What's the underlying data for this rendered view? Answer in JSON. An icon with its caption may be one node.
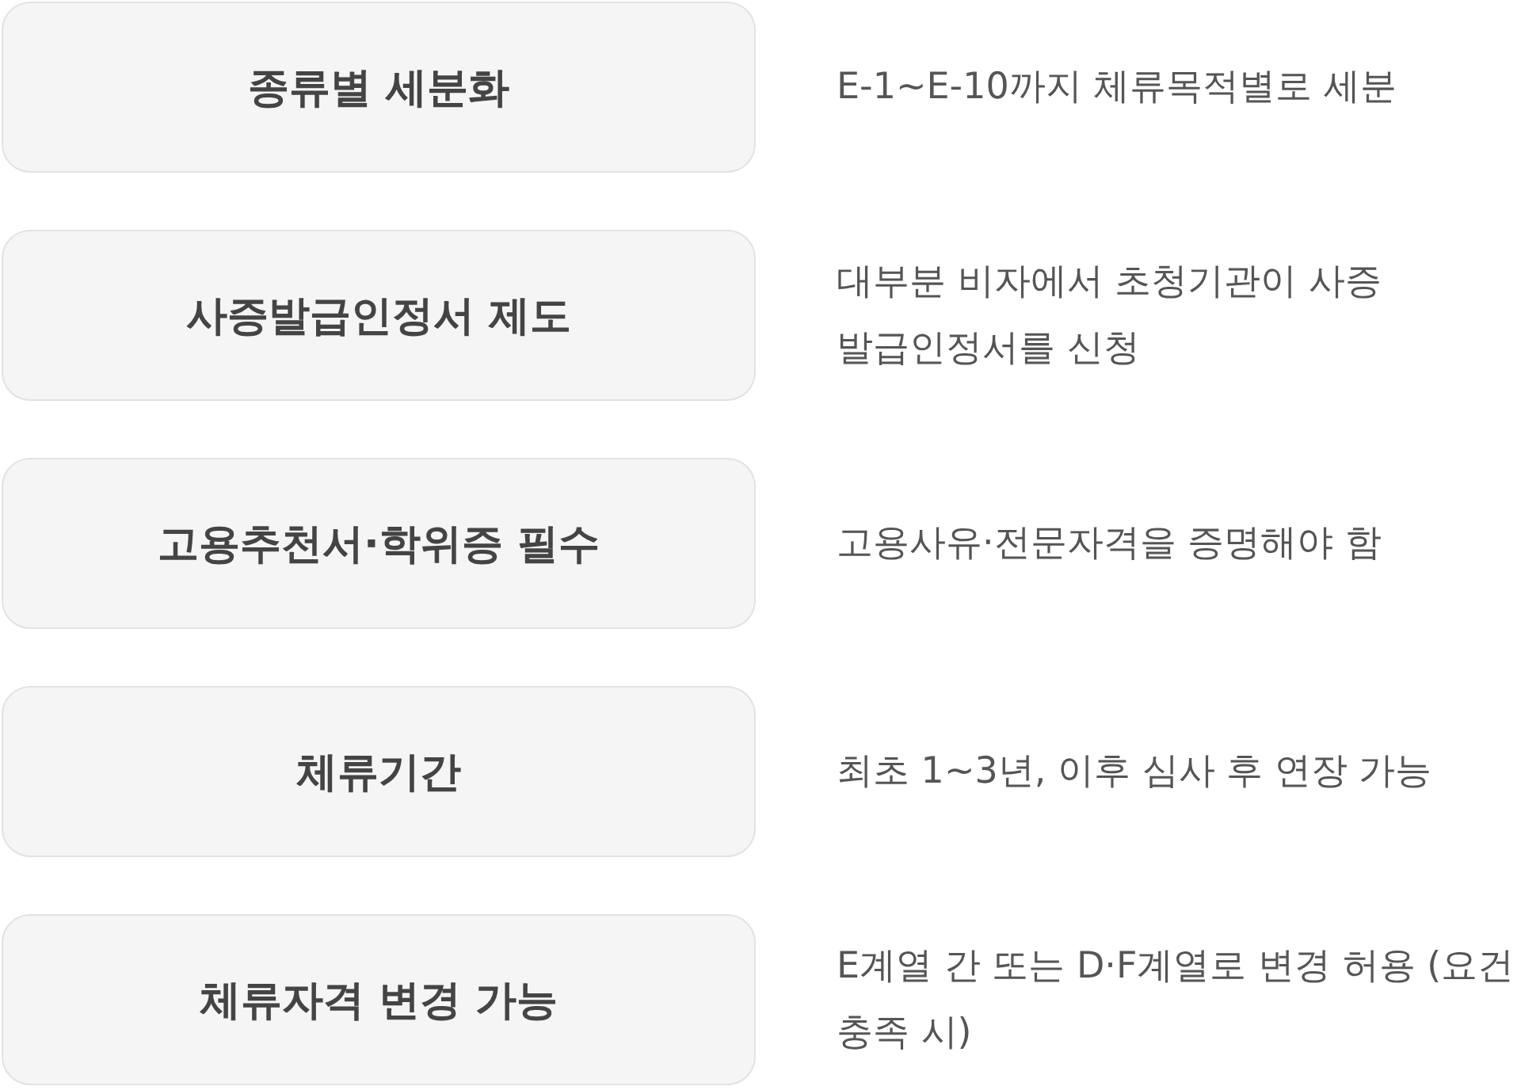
{
  "diagram": {
    "nodes": [
      {
        "text": [
          "종류별 세분화"
        ],
        "beside": [
          "E-1~E-10까지 체류목적별로 세분"
        ]
      },
      {
        "text": [
          "사증발급인정서 제도"
        ],
        "beside": [
          "대부분 비자에서 초청기관이 사증발급인정서를 신청"
        ]
      },
      {
        "text": [
          "고용추천서·학위증 필수"
        ],
        "beside": [
          "고용사유·전문자격을 증명해야 함"
        ]
      },
      {
        "text": [
          "체류기간"
        ],
        "beside": [
          "최초 1~3년, 이후 심사 후 연장 가능"
        ]
      },
      {
        "text": [
          "체류자격 변경 가능"
        ],
        "beside": [
          "E계열 간 또는 D·F계열로 변경 허용 (요건 충족 시)"
        ]
      }
    ]
  }
}
